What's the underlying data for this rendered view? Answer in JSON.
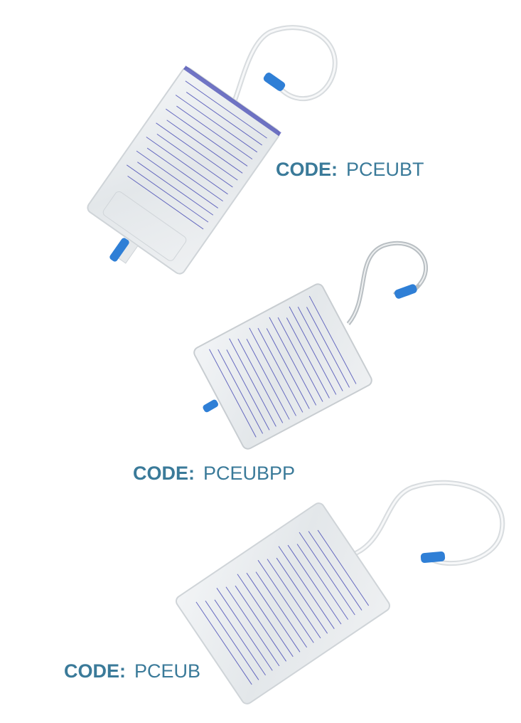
{
  "products": [
    {
      "code_label": "CODE:",
      "code_value": "PCEUBT"
    },
    {
      "code_label": "CODE:",
      "code_value": "PCEUBPP"
    },
    {
      "code_label": "CODE:",
      "code_value": "PCEUB"
    }
  ],
  "colors": {
    "text": "#3a7a99",
    "graduation": "#3b3fb0",
    "connector": "#2f7fd6"
  }
}
